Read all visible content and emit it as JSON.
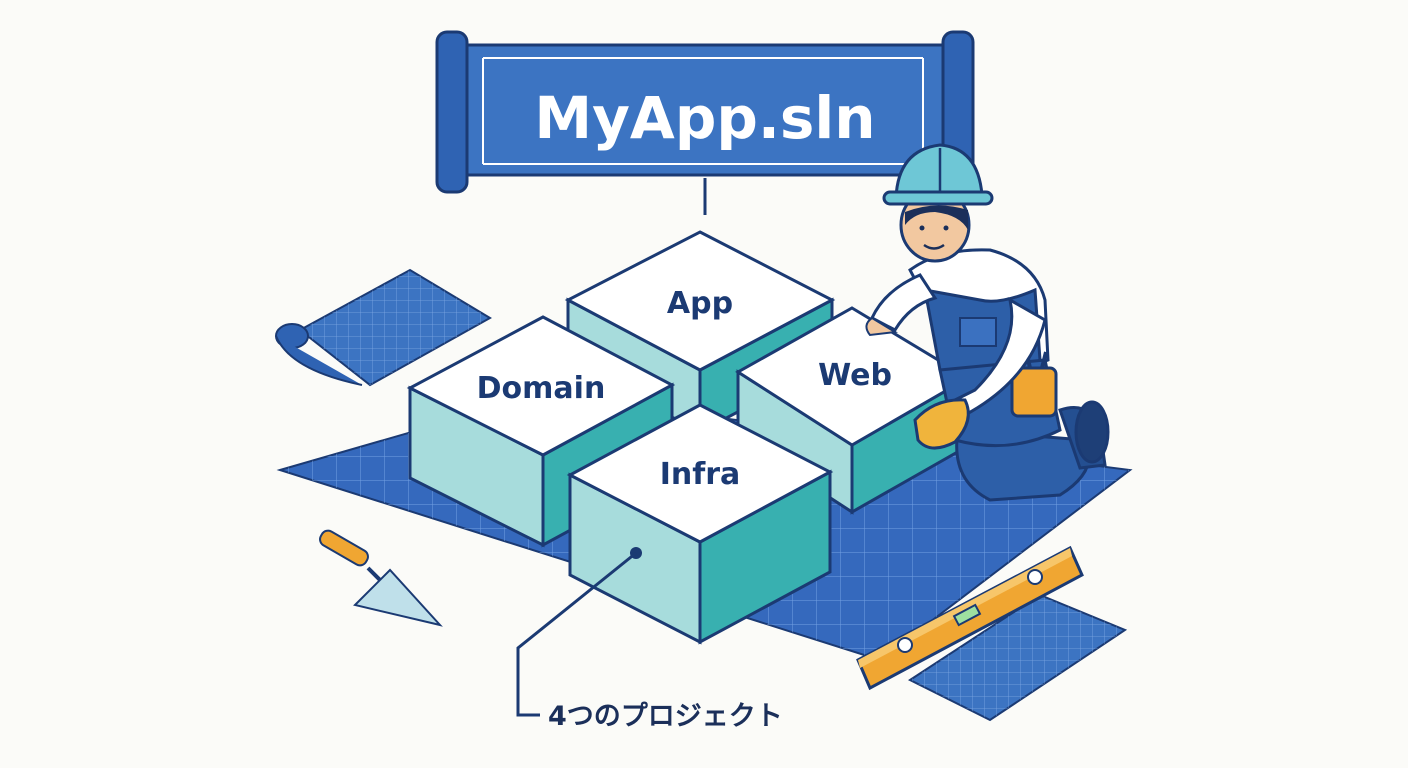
{
  "banner": {
    "title": "MyApp.sln"
  },
  "projects": [
    {
      "id": "app",
      "label": "App"
    },
    {
      "id": "domain",
      "label": "Domain"
    },
    {
      "id": "web",
      "label": "Web"
    },
    {
      "id": "infra",
      "label": "Infra"
    }
  ],
  "callout": {
    "text": "4つのプロジェクト"
  },
  "colors": {
    "banner_blue": "#3c74c2",
    "navy_outline": "#1b3a73",
    "box_top": "#ffffff",
    "box_left": "#a7dcdc",
    "box_right": "#38b0b0",
    "grid_mat": "#3569bd",
    "tool_orange": "#f0a632",
    "hardhat": "#6ec7d6"
  },
  "icons": [
    "blueprint-roll-icon",
    "trowel-icon",
    "level-tool-icon",
    "worker-icon",
    "hardhat-icon"
  ]
}
